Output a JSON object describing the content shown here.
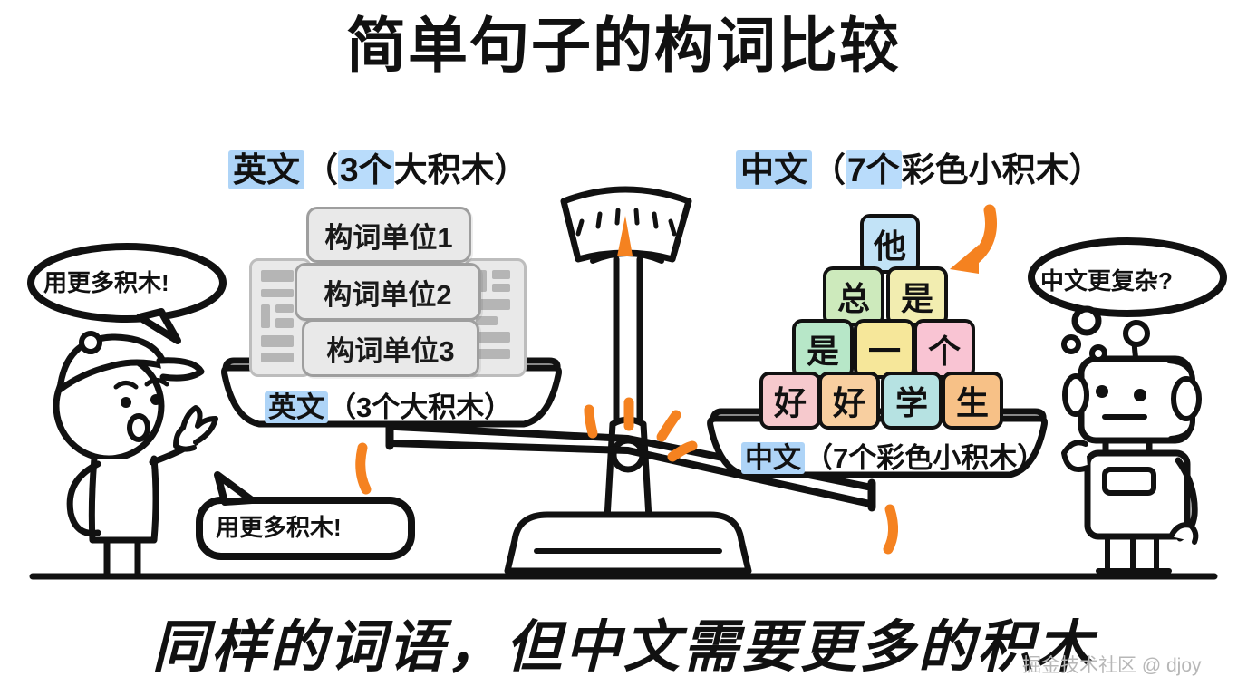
{
  "title": "简单句子的构词比较",
  "caption": "同样的词语，但中文需要更多的积木",
  "watermark": "掘金技术社区 @ djoy",
  "headers": {
    "english": {
      "badge": "英文",
      "paren_open": "（",
      "count": "3个",
      "rest": "大积木",
      "paren_close": "）"
    },
    "chinese": {
      "badge": "中文",
      "paren_open": "（",
      "count": "7个",
      "rest": "彩色小积木",
      "paren_close": "）"
    }
  },
  "english_stack": {
    "blocks": [
      {
        "label": "构词单位1"
      },
      {
        "label": "构词单位2"
      },
      {
        "label": "构词单位3"
      }
    ],
    "pan_label": {
      "badge": "英文",
      "suffix": "（3个大积木）"
    }
  },
  "chinese_pyramid": {
    "rows": [
      {
        "blocks": [
          {
            "char": "他",
            "color": "#c2e3f7"
          }
        ]
      },
      {
        "blocks": [
          {
            "char": "总",
            "color": "#cdeabc"
          },
          {
            "char": "是",
            "color": "#f2edb0"
          }
        ]
      },
      {
        "blocks": [
          {
            "char": "是",
            "color": "#b7e7c8"
          },
          {
            "char": "一",
            "color": "#f6e79a"
          },
          {
            "char": "个",
            "color": "#f9c4d3"
          }
        ]
      },
      {
        "blocks": [
          {
            "char": "好",
            "color": "#f6c9cd"
          },
          {
            "char": "好",
            "color": "#f8cfa0"
          },
          {
            "char": "学",
            "color": "#b6e2e2"
          },
          {
            "char": "生",
            "color": "#f7c187"
          }
        ]
      }
    ],
    "pan_label": {
      "badge": "中文",
      "suffix": "（7个彩色小积木）"
    }
  },
  "speech": {
    "boy_top": "用更多积木!",
    "boy_bottom": "用更多积木!",
    "robot": "中文更复杂?"
  },
  "colors": {
    "highlight_blue": "#aed4f7",
    "accent_orange": "#f58220",
    "ink": "#111111",
    "gray_block": "#e9e9e9"
  },
  "icons": {
    "scale": "balance-scale-icon",
    "arrow": "curved-down-arrow-icon",
    "boy": "boy-character-icon",
    "robot": "robot-character-icon"
  }
}
